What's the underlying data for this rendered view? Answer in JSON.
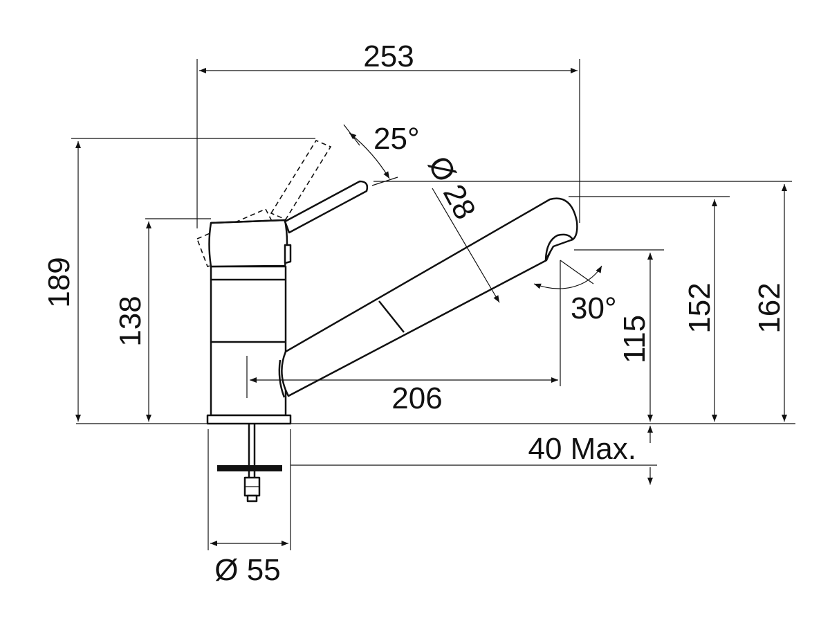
{
  "dimensions": {
    "overall_length": "253",
    "lever_angle": "25°",
    "spout_diameter": "Ø 28",
    "overall_height": "189",
    "body_height": "138",
    "spout_reach": "206",
    "spout_angle": "30°",
    "spout_outlet_height": "115",
    "spout_top_height": "152",
    "spout_max_height": "162",
    "deck_thickness": "40 Max.",
    "base_diameter": "Ø 55"
  }
}
